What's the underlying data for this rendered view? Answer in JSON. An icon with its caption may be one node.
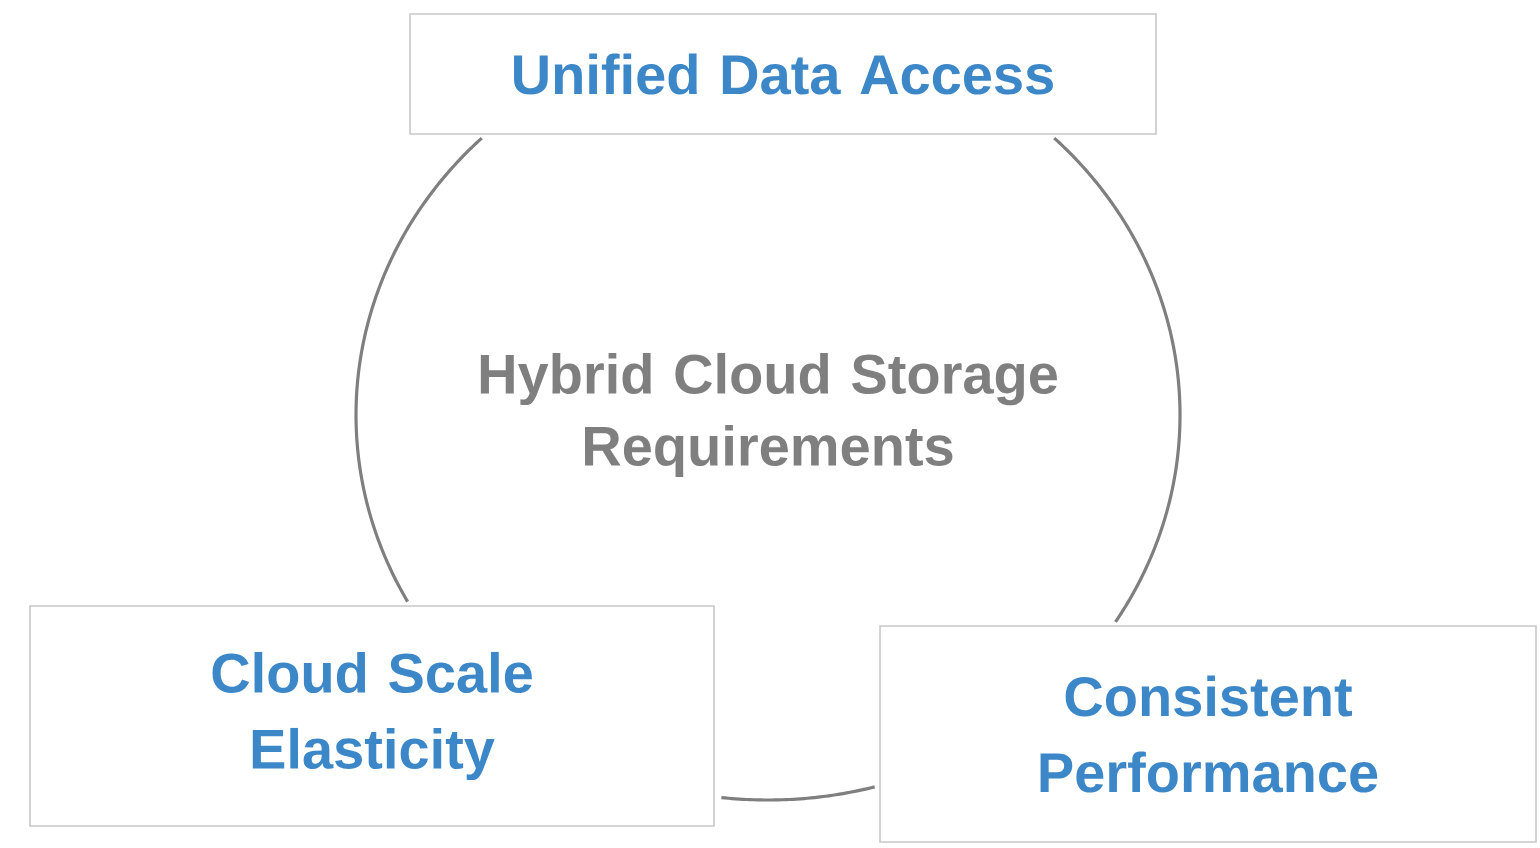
{
  "diagram": {
    "nodes": [
      {
        "text": [
          "Hybrid Cloud Storage Requirements"
        ]
      },
      {
        "text": [
          "Unified Data Access"
        ]
      },
      {
        "text": [
          "Cloud Scale Elasticity"
        ]
      },
      {
        "text": [
          "Consistent Performance"
        ]
      }
    ]
  }
}
